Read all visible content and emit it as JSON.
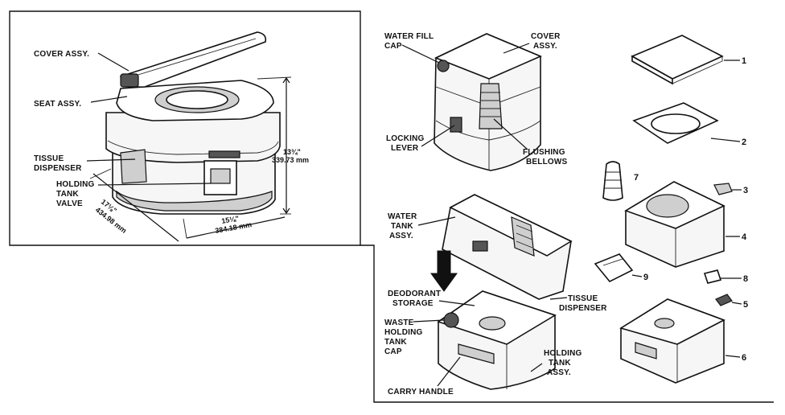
{
  "left_panel": {
    "labels": {
      "cover": "COVER ASSY.",
      "seat": "SEAT ASSY.",
      "tissue_1": "TISSUE",
      "tissue_2": "DISPENSER",
      "holding_1": "HOLDING",
      "holding_2": "TANK",
      "holding_3": "VALVE"
    },
    "dimensions": {
      "height_in": "13¾\"",
      "height_mm": "339.73 mm",
      "depth_in": "17⅛\"",
      "depth_mm": "434.98 mm",
      "width_in": "15⅛\"",
      "width_mm": "384.18 mm"
    }
  },
  "right_panel": {
    "labels": {
      "water_fill_1": "WATER FILL",
      "water_fill_2": "CAP",
      "cover_1": "COVER",
      "cover_2": "ASSY.",
      "locking_1": "LOCKING",
      "locking_2": "LEVER",
      "flushing_1": "FLUSHING",
      "flushing_2": "BELLOWS",
      "water_tank_1": "WATER",
      "water_tank_2": "TANK",
      "water_tank_3": "ASSY.",
      "deodorant_1": "DEODORANT",
      "deodorant_2": "STORAGE",
      "tissue_1": "TISSUE",
      "tissue_2": "DISPENSER",
      "waste_1": "WASTE",
      "waste_2": "HOLDING",
      "waste_3": "TANK",
      "waste_4": "CAP",
      "holding_1": "HOLDING",
      "holding_2": "TANK",
      "holding_3": "ASSY.",
      "carry": "CARRY HANDLE"
    },
    "part_numbers": [
      "1",
      "2",
      "3",
      "4",
      "5",
      "6",
      "7",
      "8",
      "9"
    ]
  }
}
